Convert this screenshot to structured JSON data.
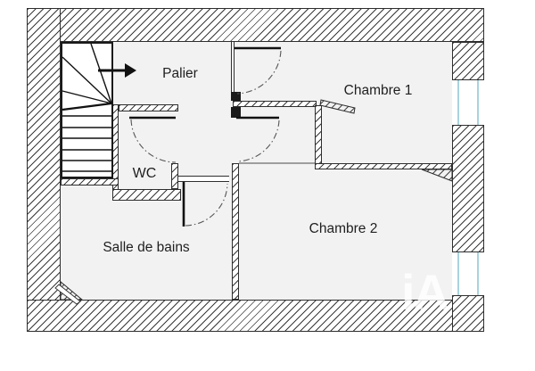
{
  "plan": {
    "rooms": [
      {
        "id": "palier",
        "label": "Palier"
      },
      {
        "id": "chambre1",
        "label": "Chambre 1"
      },
      {
        "id": "chambre2",
        "label": "Chambre 2"
      },
      {
        "id": "wc",
        "label": "WC"
      },
      {
        "id": "salle-de-bains",
        "label": "Salle de bains"
      }
    ],
    "watermark": "iA",
    "features": {
      "staircase": "staircase with winders and up-arrow",
      "windows": 2,
      "door_count": 5
    },
    "colors": {
      "wall_hatch": "#3a3a3a",
      "floor": "#f2f2f2",
      "window_glass": "#a9d3de",
      "outline": "#2e2e2e",
      "door": "#111111",
      "swing_arc": "#555555"
    }
  }
}
